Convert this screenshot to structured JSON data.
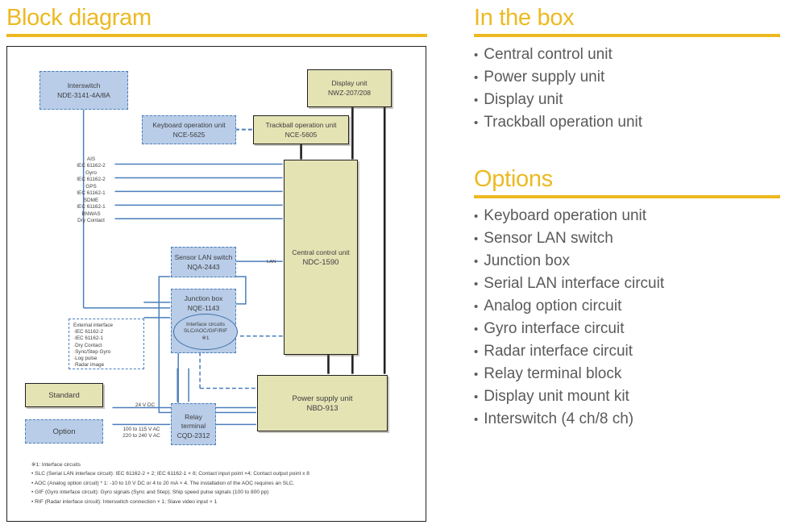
{
  "headings": {
    "block_diagram": "Block diagram",
    "in_the_box": "In the box",
    "options": "Options"
  },
  "colors": {
    "accent": "#EDB921",
    "standard_fill": "#E4E3B4",
    "option_fill": "#B9CDE8",
    "option_border": "#4A7EBB",
    "line_blue": "#4A7EBB",
    "line_black": "#231f20"
  },
  "in_the_box": [
    "Central control unit",
    "Power supply unit",
    "Display unit",
    "Trackball operation unit"
  ],
  "options": [
    "Keyboard operation unit",
    "Sensor LAN switch",
    "Junction box",
    "Serial LAN interface circuit",
    "Analog option circuit",
    "Gyro interface circuit",
    "Radar interface circuit",
    "Relay terminal block",
    "Display unit mount kit",
    "Interswitch (4 ch/8 ch)"
  ],
  "blocks": {
    "interswitch": {
      "name": "Interswitch",
      "model": "NDE-3141-4A/8A",
      "type": "option"
    },
    "display": {
      "name": "Display unit",
      "model": "NWZ-207/208",
      "type": "standard"
    },
    "keyboard": {
      "name": "Keyboard operation unit",
      "model": "NCE-5625",
      "type": "option"
    },
    "trackball": {
      "name": "Trackball operation unit",
      "model": "NCE-5605",
      "type": "standard"
    },
    "central": {
      "name": "Central control unit",
      "model": "NDC-1590",
      "type": "standard"
    },
    "sensor_lan": {
      "name": "Sensor LAN switch",
      "model": "NQA-2443",
      "type": "option"
    },
    "junction": {
      "name": "Junction box",
      "model": "NQE-1143",
      "type": "option"
    },
    "power": {
      "name": "Power supply unit",
      "model": "NBD-913",
      "type": "standard"
    },
    "relay": {
      "name": "Relay terminal",
      "model": "CQD-2312",
      "type": "option"
    }
  },
  "interface_ellipse": {
    "line1": "Interface circuits",
    "line2": "SLC/AOC/GIF/RIF",
    "line3": "※1"
  },
  "signals": [
    {
      "name": "AIS",
      "standard": "IEC 61162-2"
    },
    {
      "name": "Gyro",
      "standard": "IEC 61162-2"
    },
    {
      "name": "GPS",
      "standard": "IEC 61162-1"
    },
    {
      "name": "SDME",
      "standard": "IEC 61162-1"
    },
    {
      "name": "BNWAS",
      "standard": "Dry Contact"
    }
  ],
  "external_interface": {
    "title": "External interface",
    "items": [
      "·IEC 61162-2",
      "·IEC 61162-1",
      "·Dry Contact",
      "·Sync/Step Gyro",
      "·Log pulse",
      "·Radar image"
    ]
  },
  "lan_label": "LAN",
  "power_labels": {
    "dc": "24 V DC",
    "ac1": "100 to 115 V AC",
    "ac2": "220 to 240 V AC"
  },
  "legend": {
    "standard": "Standard",
    "option": "Option"
  },
  "notes": {
    "title": "※1: Interface circuits",
    "lines": [
      "• SLC (Serial LAN interface circuit): IEC 61162-2 × 2; IEC 61162-1 × 8; Contact input point ×4; Contact output point x 8",
      "• AOC (Analog option circuit) * 1: -10 to 10 V DC or 4 to 20 mA × 4. The installation of the AOC requires an SLC.",
      "• GIF (Gyro interface circuit): Gyro signals (Sync and Step); Ship speed pulse signals (100 to 800 pp)",
      "• RIF (Radar interface circuit): Interswitch connection × 1; Slave video input × 1"
    ]
  }
}
